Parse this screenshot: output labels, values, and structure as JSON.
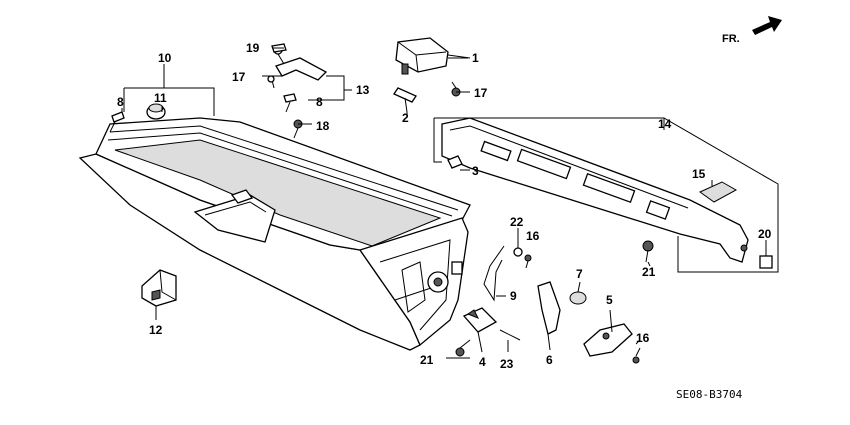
{
  "orientation": {
    "label": "FR.",
    "icon": "front-arrow-icon"
  },
  "diagram_code": "SE08-B3704",
  "callouts": [
    {
      "id": "c1",
      "text": "1"
    },
    {
      "id": "c2",
      "text": "2"
    },
    {
      "id": "c3",
      "text": "3"
    },
    {
      "id": "c4",
      "text": "4"
    },
    {
      "id": "c5",
      "text": "5"
    },
    {
      "id": "c6",
      "text": "6"
    },
    {
      "id": "c7",
      "text": "7"
    },
    {
      "id": "c8a",
      "text": "8"
    },
    {
      "id": "c8b",
      "text": "8"
    },
    {
      "id": "c9",
      "text": "9"
    },
    {
      "id": "c10",
      "text": "10"
    },
    {
      "id": "c11",
      "text": "11"
    },
    {
      "id": "c12",
      "text": "12"
    },
    {
      "id": "c13",
      "text": "13"
    },
    {
      "id": "c14",
      "text": "14"
    },
    {
      "id": "c15",
      "text": "15"
    },
    {
      "id": "c16a",
      "text": "16"
    },
    {
      "id": "c16b",
      "text": "16"
    },
    {
      "id": "c17a",
      "text": "17"
    },
    {
      "id": "c17b",
      "text": "17"
    },
    {
      "id": "c18",
      "text": "18"
    },
    {
      "id": "c19",
      "text": "19"
    },
    {
      "id": "c20",
      "text": "20"
    },
    {
      "id": "c21a",
      "text": "21"
    },
    {
      "id": "c21b",
      "text": "21"
    },
    {
      "id": "c22",
      "text": "22"
    },
    {
      "id": "c23",
      "text": "23"
    }
  ]
}
